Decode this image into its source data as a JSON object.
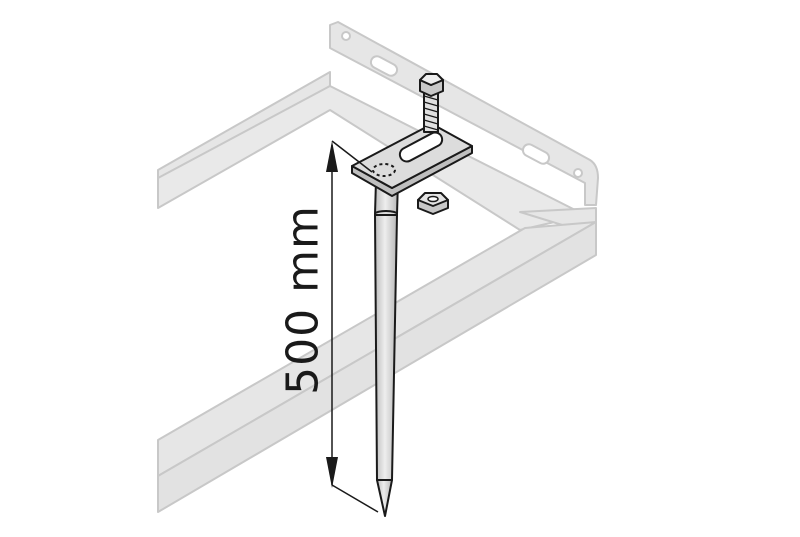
{
  "diagram": {
    "dimension_label": "500 mm",
    "colors": {
      "outline": "#1a1a1a",
      "profile_fill": "#e6e6e6",
      "profile_stroke": "#c8c8c8",
      "metal_fill": "#d4d4d4",
      "metal_light": "#eeeeee",
      "background": "#ffffff"
    },
    "parts": [
      "mounting-profile",
      "fixing-plate",
      "bolt",
      "nut",
      "ground-spike",
      "dimension-line"
    ]
  }
}
